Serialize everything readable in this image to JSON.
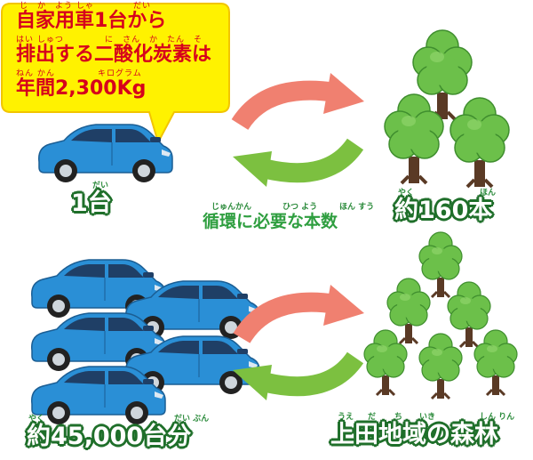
{
  "bubble": {
    "line1": "自家用車1台から",
    "line2": "排出する二酸化炭素は",
    "line3": "年間2,300Kg",
    "ruby1a": "じ　か　よう しゃ",
    "ruby1b": "だい",
    "ruby2a": "はい しゅつ",
    "ruby2b": "に　さん　か　たん　そ",
    "ruby3a": "ねん かん",
    "ruby3b": "キログラム",
    "fill_color": "#fff200"
  },
  "top": {
    "car_label": "1台",
    "car_ruby": "だい",
    "tree_label": "約160本",
    "tree_ruby_a": "やく",
    "tree_ruby_b": "ほん"
  },
  "cycle": {
    "label": "循環に必要な本数",
    "ruby_a": "じゅんかん",
    "ruby_b": "ひつ よう",
    "ruby_c": "ほん すう"
  },
  "bottom": {
    "car_label": "約45,000台分",
    "car_ruby_a": "やく",
    "car_ruby_b": "だい ぶん",
    "forest_label": "上田地域の森林",
    "forest_ruby_a": "うえ",
    "forest_ruby_b": "だ",
    "forest_ruby_c": "ち",
    "forest_ruby_d": "いき",
    "forest_ruby_e": "しん りん"
  },
  "colors": {
    "car_body": "#2a8fd6",
    "arrow_red": "#f08070",
    "arrow_green": "#7cc040",
    "tree_leaves": "#6cc04a",
    "tree_trunk": "#5a3a25"
  }
}
